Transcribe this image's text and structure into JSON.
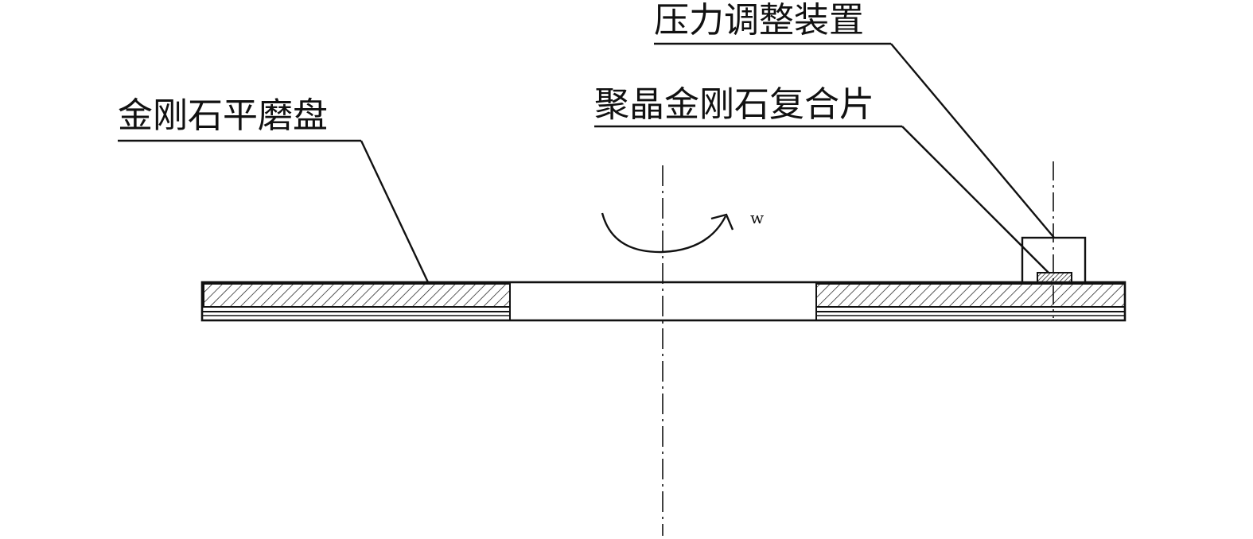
{
  "labels": {
    "pressure_device": "压力调整装置",
    "pcd_insert": "聚晶金刚石复合片",
    "grinding_disc": "金刚石平磨盘",
    "rotation_symbol": "w"
  },
  "colors": {
    "ink": "#111111",
    "background": "#ffffff"
  }
}
